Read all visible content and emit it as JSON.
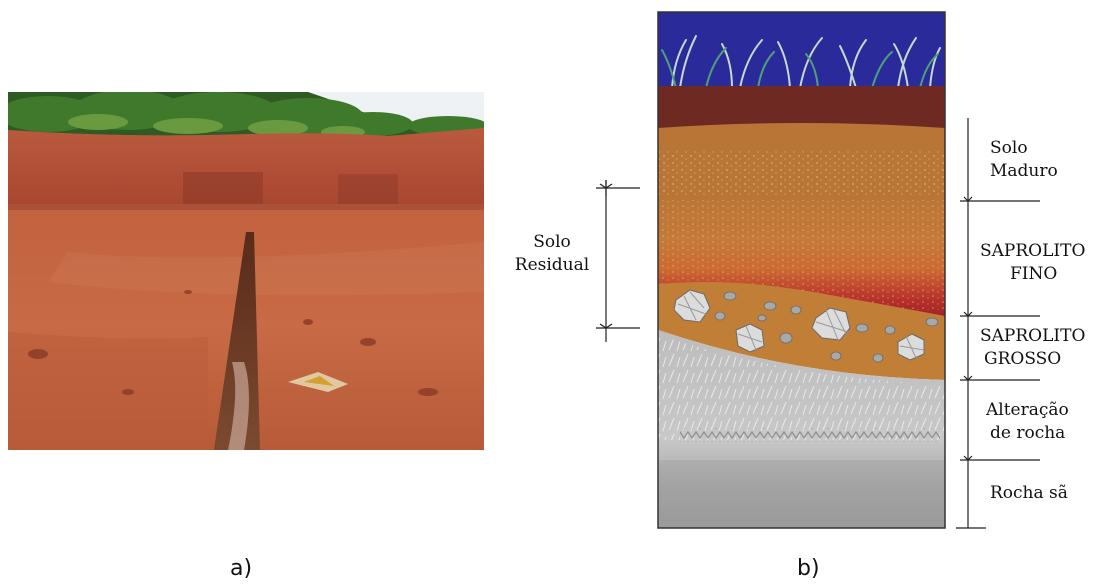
{
  "captions": {
    "a": "a)",
    "b": "b)"
  },
  "left_label": {
    "line1": "Solo",
    "line2": "Residual"
  },
  "layers": [
    {
      "key": "solo_maduro",
      "line1": "Solo",
      "line2": "Maduro"
    },
    {
      "key": "saprolito_fino",
      "line1": "SAPROLITO",
      "line2": "FINO"
    },
    {
      "key": "saprolito_grosso",
      "line1": "SAPROLITO",
      "line2": "GROSSO"
    },
    {
      "key": "alteracao",
      "line1": "Alteração",
      "line2": "de rocha"
    },
    {
      "key": "rocha_sa",
      "line1": "Rocha sã",
      "line2": ""
    }
  ],
  "colors": {
    "sky": "#2a2a9a",
    "dark_soil": "#6e2a22",
    "mature_soil": "#b97536",
    "saprolite_red": "#b8302a",
    "gravel": "#c07e36",
    "weathered_rock": "#c4c4c4",
    "sound_rock": "#9c9c9c",
    "lateritic_photo": "#c4583a"
  }
}
